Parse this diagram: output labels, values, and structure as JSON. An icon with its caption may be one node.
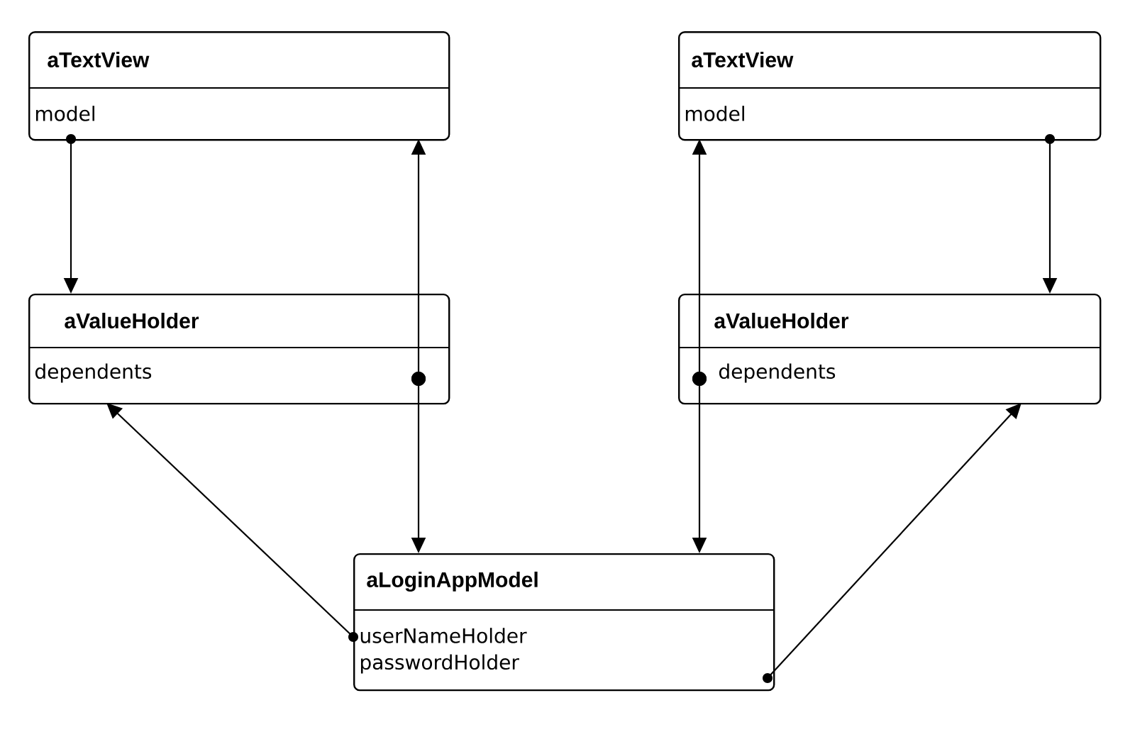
{
  "diagram": {
    "nodes": [
      {
        "text": [
          "aTextView",
          "model"
        ]
      },
      {
        "text": [
          "aValueHolder",
          "dependents"
        ]
      },
      {
        "text": [
          "aTextView",
          "model"
        ]
      },
      {
        "text": [
          "aValueHolder",
          "dependents"
        ]
      },
      {
        "text": [
          "aLoginAppModel",
          "userNameHolder",
          "passwordHolder"
        ]
      }
    ],
    "edges": [
      {
        "from": 0,
        "to": 1,
        "arrow": "to"
      },
      {
        "from": 1,
        "to": 0,
        "arrow": "to"
      },
      {
        "from": 1,
        "to": 4,
        "arrow": "to"
      },
      {
        "from": 2,
        "to": 3,
        "arrow": "to"
      },
      {
        "from": 3,
        "to": 2,
        "arrow": "to"
      },
      {
        "from": 3,
        "to": 4,
        "arrow": "to"
      },
      {
        "from": 4,
        "to": 1,
        "arrow": "to"
      },
      {
        "from": 4,
        "to": 3,
        "arrow": "to"
      }
    ]
  }
}
